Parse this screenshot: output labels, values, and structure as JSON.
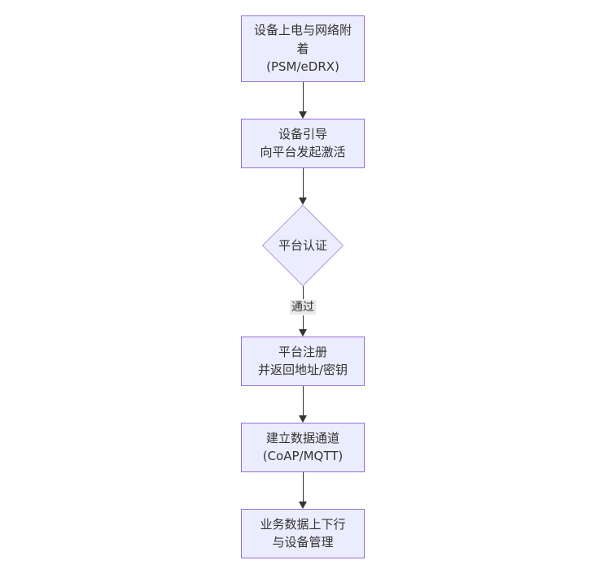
{
  "diagram": {
    "type": "flowchart",
    "direction": "top-down",
    "colors": {
      "background": "#ffffff",
      "node_fill": "#ECECFF",
      "node_border": "#9370DB",
      "diamond_border": "#b39ddb",
      "text": "#333333",
      "arrow": "#333333",
      "edge_label_bg": "#e8e8e8"
    },
    "nodes": [
      {
        "id": "n1",
        "shape": "rect",
        "lines": [
          "设备上电与网络附着",
          "(PSM/eDRX)"
        ]
      },
      {
        "id": "n2",
        "shape": "rect",
        "lines": [
          "设备引导",
          "向平台发起激活"
        ]
      },
      {
        "id": "n3",
        "shape": "diamond",
        "lines": [
          "平台认证"
        ]
      },
      {
        "id": "n4",
        "shape": "rect",
        "lines": [
          "平台注册",
          "并返回地址/密钥"
        ]
      },
      {
        "id": "n5",
        "shape": "rect",
        "lines": [
          "建立数据通道",
          "(CoAP/MQTT)"
        ]
      },
      {
        "id": "n6",
        "shape": "rect",
        "lines": [
          "业务数据上下行",
          "与设备管理"
        ]
      }
    ],
    "edges": [
      {
        "from": "n1",
        "to": "n2",
        "label": ""
      },
      {
        "from": "n2",
        "to": "n3",
        "label": ""
      },
      {
        "from": "n3",
        "to": "n4",
        "label": "通过"
      },
      {
        "from": "n4",
        "to": "n5",
        "label": ""
      },
      {
        "from": "n5",
        "to": "n6",
        "label": ""
      }
    ]
  }
}
